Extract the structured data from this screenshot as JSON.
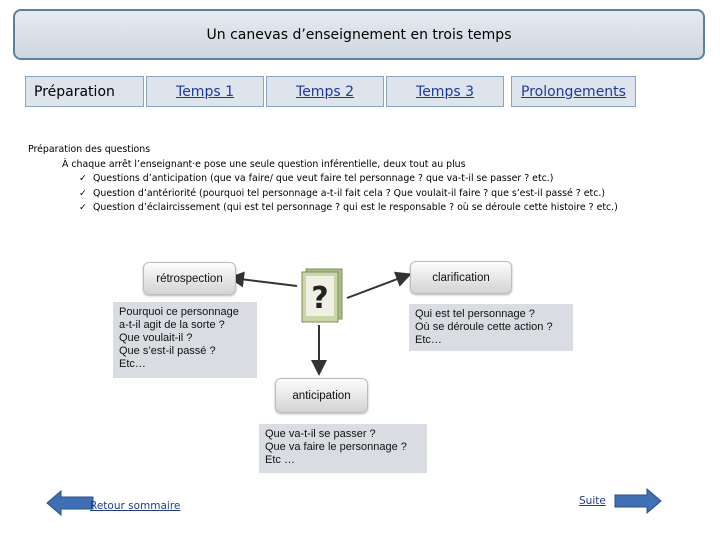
{
  "header": {
    "title": "Un canevas d’enseignement en trois temps"
  },
  "tabs": [
    {
      "label": "Préparation"
    },
    {
      "label": "Temps 1"
    },
    {
      "label": "Temps 2"
    },
    {
      "label": "Temps 3"
    },
    {
      "label": "Prolongements"
    }
  ],
  "content": {
    "heading": "Préparation des questions",
    "intro": "À chaque arrêt l’enseignant·e pose une seule question inférentielle, deux tout au plus",
    "check_mark": "✓",
    "items": [
      "Questions d’anticipation (que va faire/ que veut faire tel personnage ? que va-t-il se passer ? etc.)",
      "Question d’antériorité (pourquoi tel personnage a-t-il fait cela ? Que voulait-il faire ? que s’est-il passé ? etc.)",
      "Question d’éclaircissement (qui est tel personnage ? qui est le responsable ? où se déroule cette histoire ? etc.)"
    ]
  },
  "diagram": {
    "center_symbol": "?",
    "retrospection": {
      "label": "rétrospection",
      "lines": [
        "Pourquoi ce personnage",
        "a-t-il agit de la sorte ?",
        " Que voulait-il ?",
        " Que s’est-il passé ?",
        "Etc…"
      ]
    },
    "clarification": {
      "label": "clarification",
      "lines": [
        "Qui est tel personnage ?",
        "Où se déroule cette action ?",
        "Etc…"
      ]
    },
    "anticipation": {
      "label": "anticipation",
      "lines": [
        "Que va-t-il se passer ?",
        "Que va faire le personnage ?",
        "Etc …"
      ]
    }
  },
  "nav": {
    "back_label": "Retour sommaire",
    "next_label": "Suite",
    "arrow_color": "#3f6fb5"
  }
}
